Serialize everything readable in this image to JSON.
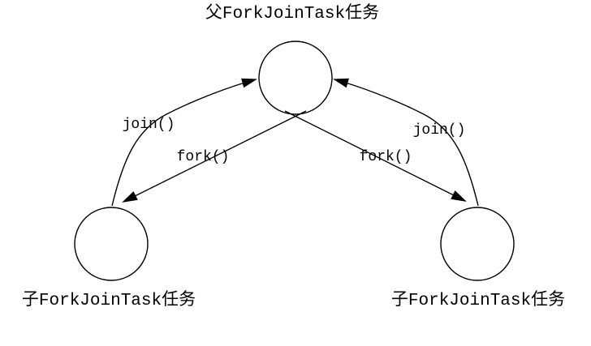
{
  "diagram": {
    "nodes": {
      "parent": {
        "label": "父ForkJoinTask任务"
      },
      "child_left": {
        "label": "子ForkJoinTask任务"
      },
      "child_right": {
        "label": "子ForkJoinTask任务"
      }
    },
    "edges": {
      "join_left": {
        "label": "join()"
      },
      "fork_left": {
        "label": "fork()"
      },
      "fork_right": {
        "label": "fork()"
      },
      "join_right": {
        "label": "join()"
      }
    },
    "colors": {
      "background": "#ffffff",
      "line": "#000000",
      "text": "#000000"
    }
  }
}
